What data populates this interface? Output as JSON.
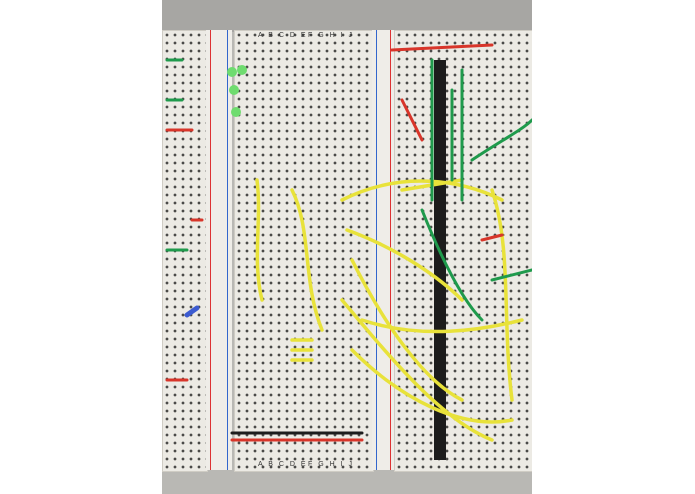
{
  "photo": {
    "subject": "breadboard-circuit",
    "column_labels_left": "A B C D E",
    "column_labels_right": "F G H I J",
    "colors": {
      "wire_yellow": "#e8e23a",
      "wire_green": "#1f9a4c",
      "wire_red": "#d8352a",
      "wire_black": "#1c1c1c",
      "board": "#eceae4"
    }
  }
}
